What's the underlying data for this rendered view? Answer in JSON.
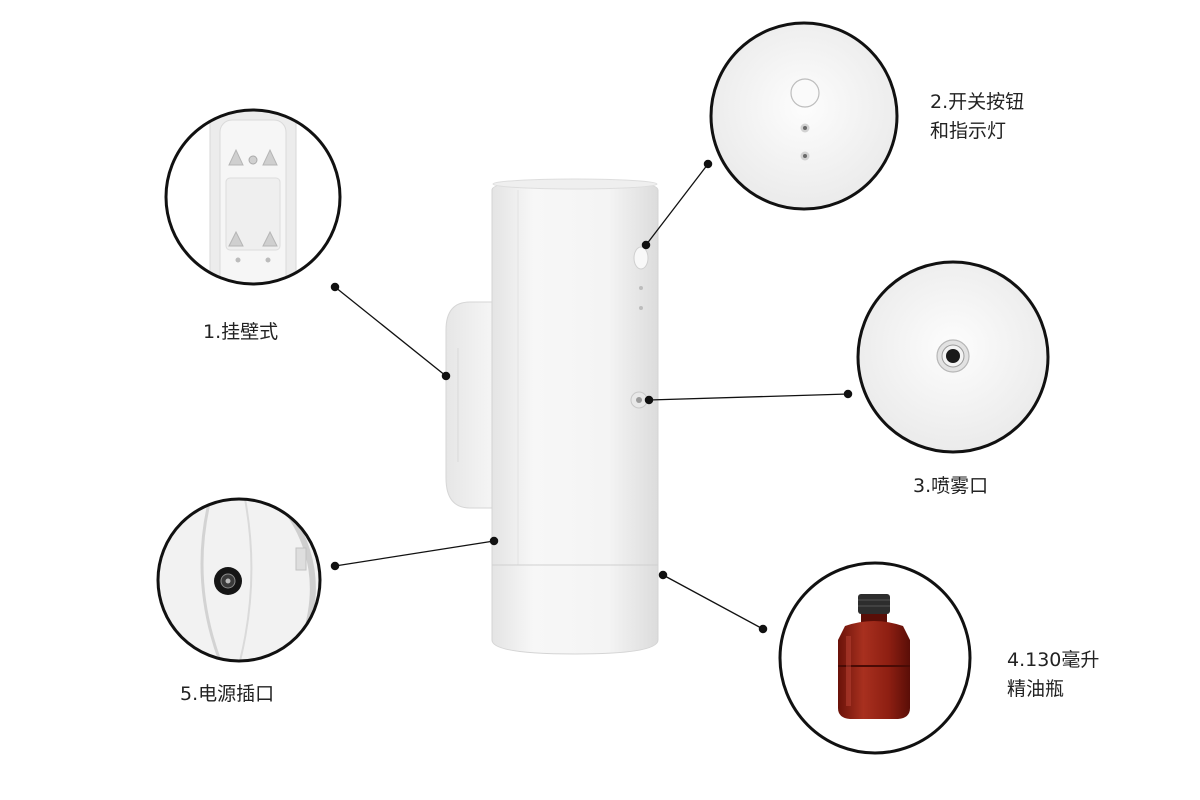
{
  "callouts": {
    "wall_mount": {
      "lines": [
        "1.挂壁式"
      ]
    },
    "switch_indicator": {
      "lines": [
        "2.开关按钮",
        "和指示灯"
      ]
    },
    "spray_outlet": {
      "lines": [
        "3.喷雾口"
      ]
    },
    "oil_bottle": {
      "lines": [
        "4.130毫升",
        "精油瓶"
      ]
    },
    "power_port": {
      "lines": [
        "5.电源插口"
      ]
    }
  },
  "colors": {
    "device_body": "#f3f3f3",
    "outline": "#111111",
    "bottle": "#8e1f12",
    "cap": "#2d2d2d"
  }
}
